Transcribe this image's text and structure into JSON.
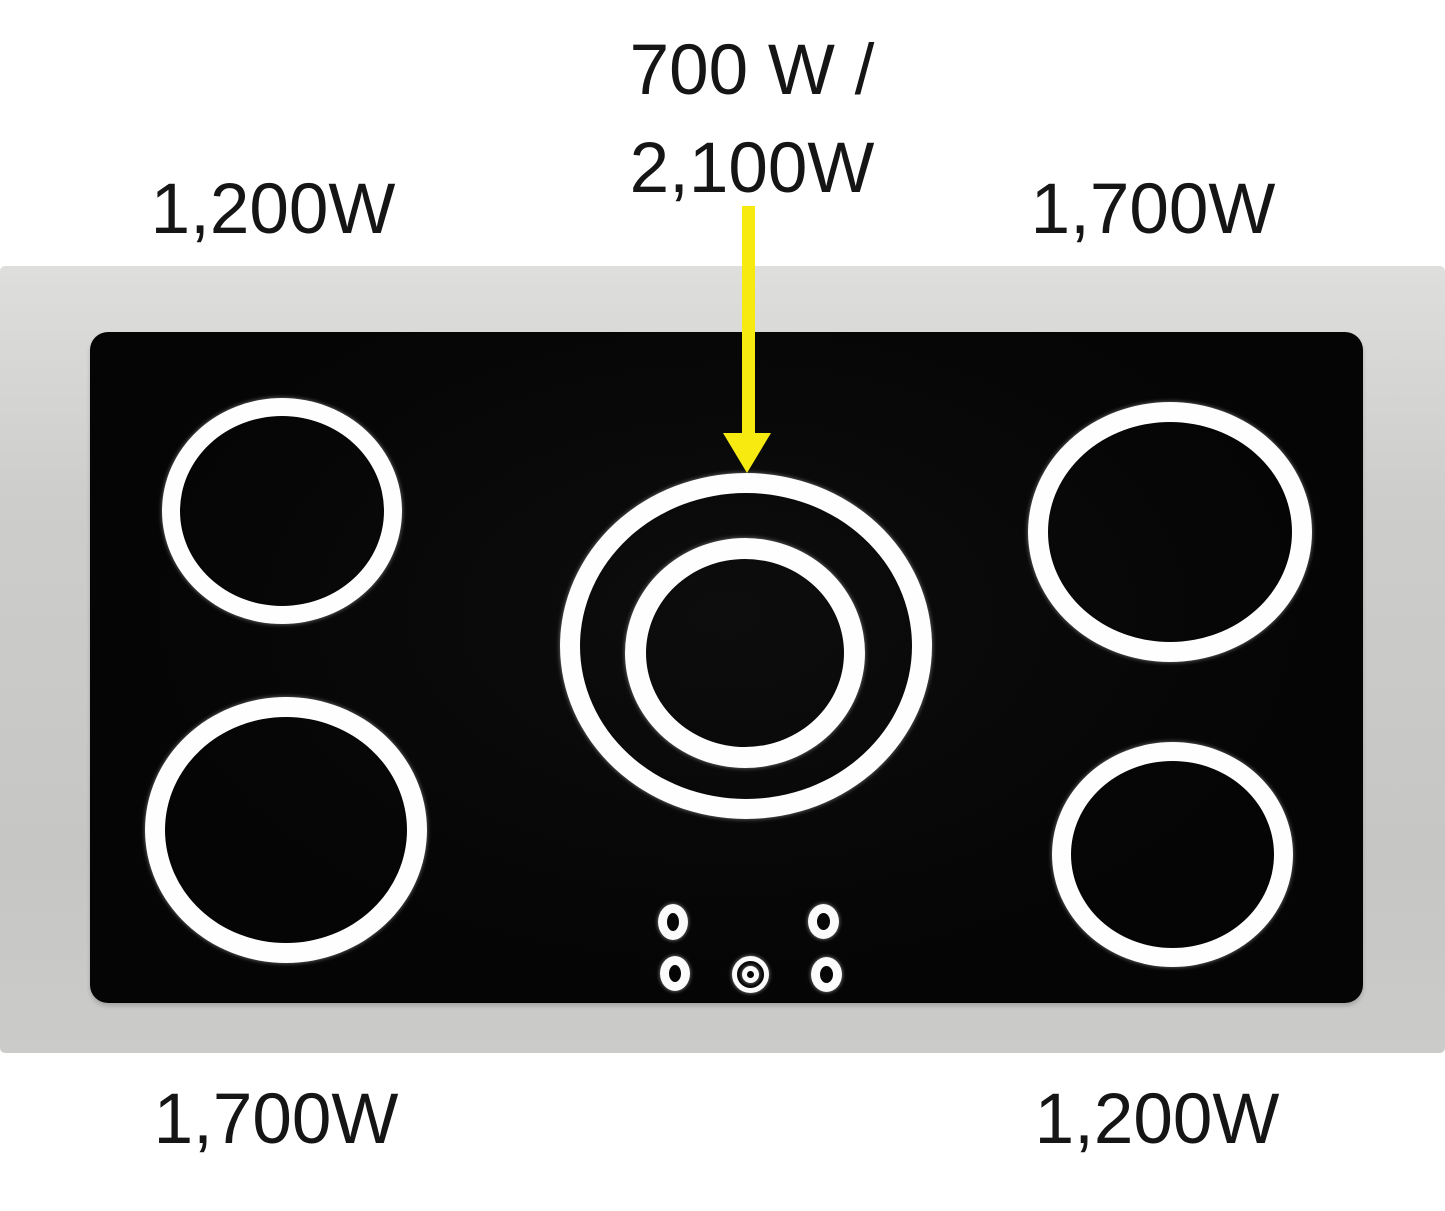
{
  "figure": {
    "description": "Top view diagram of a five-burner electric ceramic glass cooktop with wattage annotations"
  },
  "labels": {
    "rear_left": "1,200W",
    "rear_right": "1,700W",
    "front_left": "1,700W",
    "front_right": "1,200W",
    "center_line1": "700 W /",
    "center_line2": "2,100W"
  },
  "burners": [
    {
      "position": "rear-left",
      "wattage": "1,200W",
      "type": "single-ring"
    },
    {
      "position": "rear-right",
      "wattage": "1,700W",
      "type": "single-ring"
    },
    {
      "position": "center",
      "wattage": "700 W / 2,100W",
      "type": "dual-ring"
    },
    {
      "position": "front-left",
      "wattage": "1,700W",
      "type": "single-ring"
    },
    {
      "position": "front-right",
      "wattage": "1,200W",
      "type": "single-ring"
    }
  ],
  "icons": {
    "arrow": "yellow-down-arrow pointing at center dual burner",
    "touch_controls": "five touch control glyphs: four burner rings and one concentric power ring"
  },
  "colors": {
    "background": "#FFFFFF",
    "frame_gray": "#CBCBC9",
    "glass_black": "#060606",
    "ring_white": "#FEFEFE",
    "arrow_yellow": "#F6EA10",
    "text_black": "#151515"
  }
}
